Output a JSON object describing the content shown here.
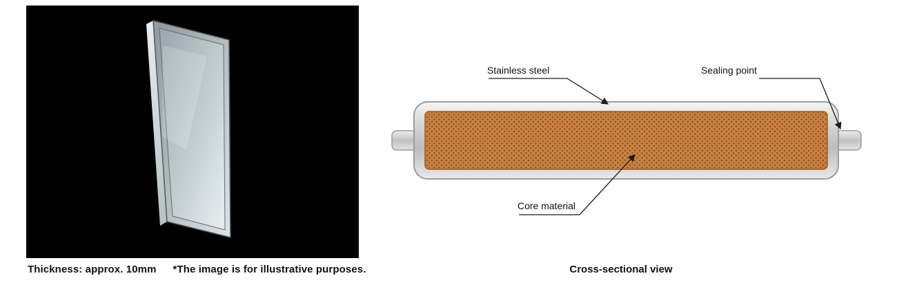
{
  "photo": {
    "caption_thickness": "Thickness: approx. 10mm",
    "caption_note": "*The image is for illustrative purposes."
  },
  "diagram": {
    "label_stainless_steel": "Stainless steel",
    "label_sealing_point": "Sealing point",
    "label_core_material": "Core material",
    "caption": "Cross-sectional view"
  },
  "colors": {
    "page_background": "#ffffff",
    "photo_background": "#000000",
    "panel_metal_light": "#dde4e7",
    "panel_metal_dark": "#8f989c",
    "shell_fill_light": "#f2f2f2",
    "shell_fill_mid": "#c4c4c4",
    "shell_stroke": "#9b9b9b",
    "core_fill": "#c9803f",
    "core_dot": "#7d4e1f",
    "core_stroke": "#955d26",
    "leader_line": "#1a1a1a",
    "text": "#111111"
  }
}
